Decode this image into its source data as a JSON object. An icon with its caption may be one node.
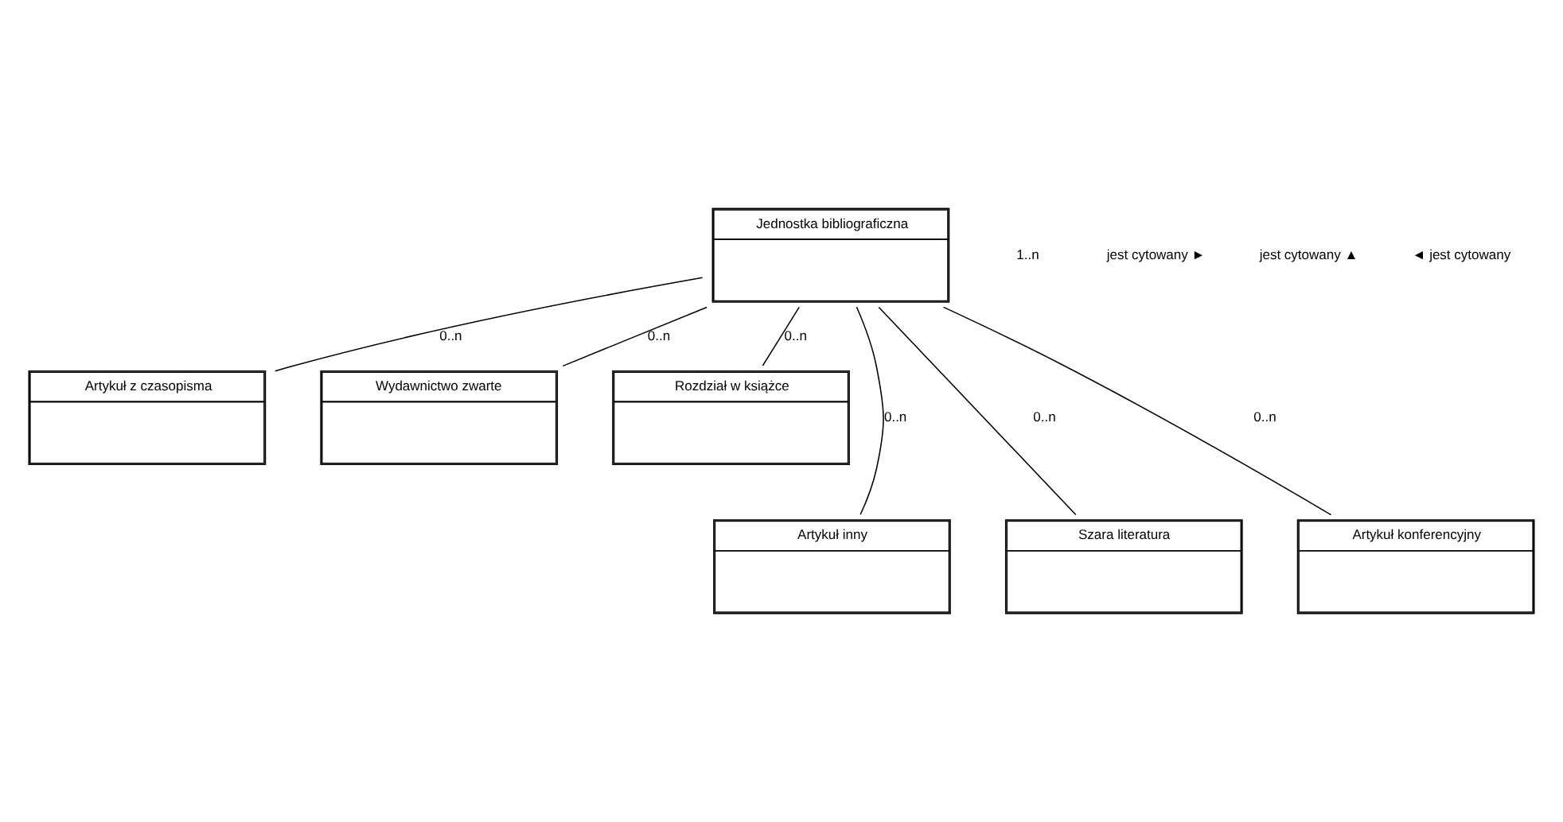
{
  "diagram": {
    "nodes": [
      {
        "text": [
          "Jednostka bibliograficzna"
        ]
      },
      {
        "text": [
          "Artykuł z czasopisma"
        ]
      },
      {
        "text": [
          "Wydawnictwo zwarte"
        ]
      },
      {
        "text": [
          "Rozdział w książce"
        ]
      },
      {
        "text": [
          "Artykuł inny"
        ]
      },
      {
        "text": [
          "Szara literatura"
        ]
      },
      {
        "text": [
          "Artykuł konferencyjny"
        ]
      }
    ],
    "edges": [
      {
        "from": 0,
        "to": 4,
        "arrow": "none",
        "label": "0..n"
      },
      {
        "from": 0,
        "to": 1,
        "arrow": "none",
        "label": "0..n"
      },
      {
        "from": 0,
        "to": 5,
        "arrow": "none",
        "label": "0..n"
      },
      {
        "from": 0,
        "to": 2,
        "arrow": "none",
        "label": "0..n"
      },
      {
        "from": 0,
        "to": 6,
        "arrow": "none",
        "label": "0..n"
      },
      {
        "from": 0,
        "to": 3,
        "arrow": "none",
        "label": "0..n"
      }
    ],
    "labels": [
      "1..n",
      "jest cytowany ►",
      "jest cytowany ▲",
      "◄ jest cytowany"
    ]
  }
}
